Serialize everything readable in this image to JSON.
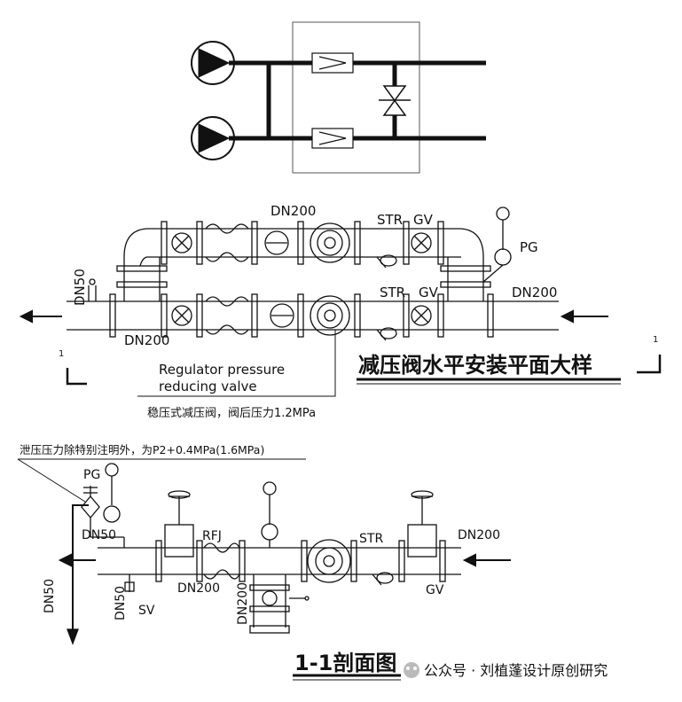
{
  "labels": {
    "dn200_top": "DN200",
    "str_top": "STR",
    "gv_top": "GV",
    "pg_plan": "PG",
    "dn50_plan": "DN50",
    "str_mid": "STR",
    "gv_mid": "GV",
    "dn200_right": "DN200",
    "dn200_bottom_left": "DN200",
    "section_mark_left": "1",
    "section_mark_right": "1",
    "regulator_en_1": "Regulator  pressure",
    "regulator_en_2": "reducing  valve",
    "regulator_cn": "稳压式减压阀，阀后压力1.2MPa",
    "plan_title": "减压阀水平安装平面大样",
    "relief_note": "泄压压力除特别注明外，为P2+0.4MPa(1.6MPa)",
    "pg_section": "PG",
    "dn50_section_top": "DN50",
    "dn50_section_vertical": "DN50",
    "dn50_section_small": "DN50",
    "sv": "SV",
    "rfj": "RFJ",
    "dn200_section_a": "DN200",
    "dn200_section_b": "DN200",
    "str_section": "STR",
    "dn200_section_right": "DN200",
    "gv_section": "GV",
    "section_title": "1-1剖面图",
    "watermark": "公众号 · 刘植蓬设计原创研究"
  },
  "colors": {
    "line": "#111111",
    "frame": "#555555",
    "watermark": "#9a9a9a"
  }
}
